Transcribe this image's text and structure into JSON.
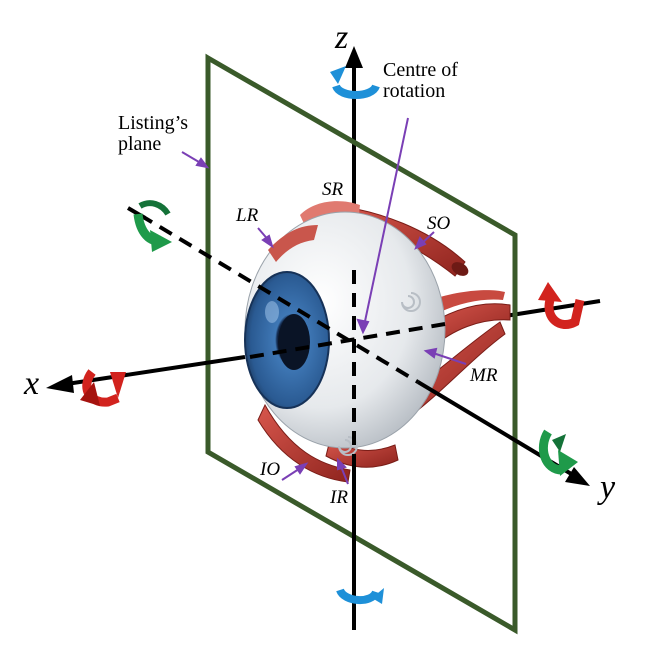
{
  "labels": {
    "listing_plane": [
      "Listing’s",
      "plane"
    ],
    "centre_of_rotation": [
      "Centre of",
      "rotation"
    ],
    "axes": {
      "x": "x",
      "y": "y",
      "z": "z"
    },
    "muscles": {
      "SR": "SR",
      "LR": "LR",
      "SO": "SO",
      "MR": "MR",
      "IO": "IO",
      "IR": "IR"
    }
  },
  "colors": {
    "plane": "#3a5a2a",
    "axis": "#000000",
    "pointer": "#7a3fb5",
    "arrow_x": "#d2231e",
    "arrow_y": "#1f9a4a",
    "arrow_z": "#1e90d8",
    "muscle": "#b8342c",
    "sclera": "#e8ebee",
    "iris": "#2f5f97"
  }
}
